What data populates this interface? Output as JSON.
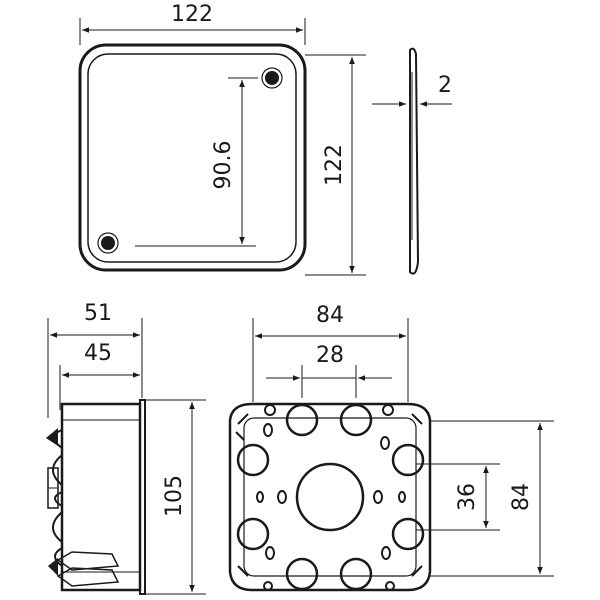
{
  "dimensions": {
    "cover_width": "122",
    "cover_height": "122",
    "hole_spacing": "90.6",
    "cover_thickness": "2",
    "box_depth_outer": "51",
    "box_depth_inner": "45",
    "box_side_height": "105",
    "box_width": "84",
    "center_spacing_horizontal": "28",
    "center_spacing_vertical": "36",
    "box_height": "84"
  }
}
